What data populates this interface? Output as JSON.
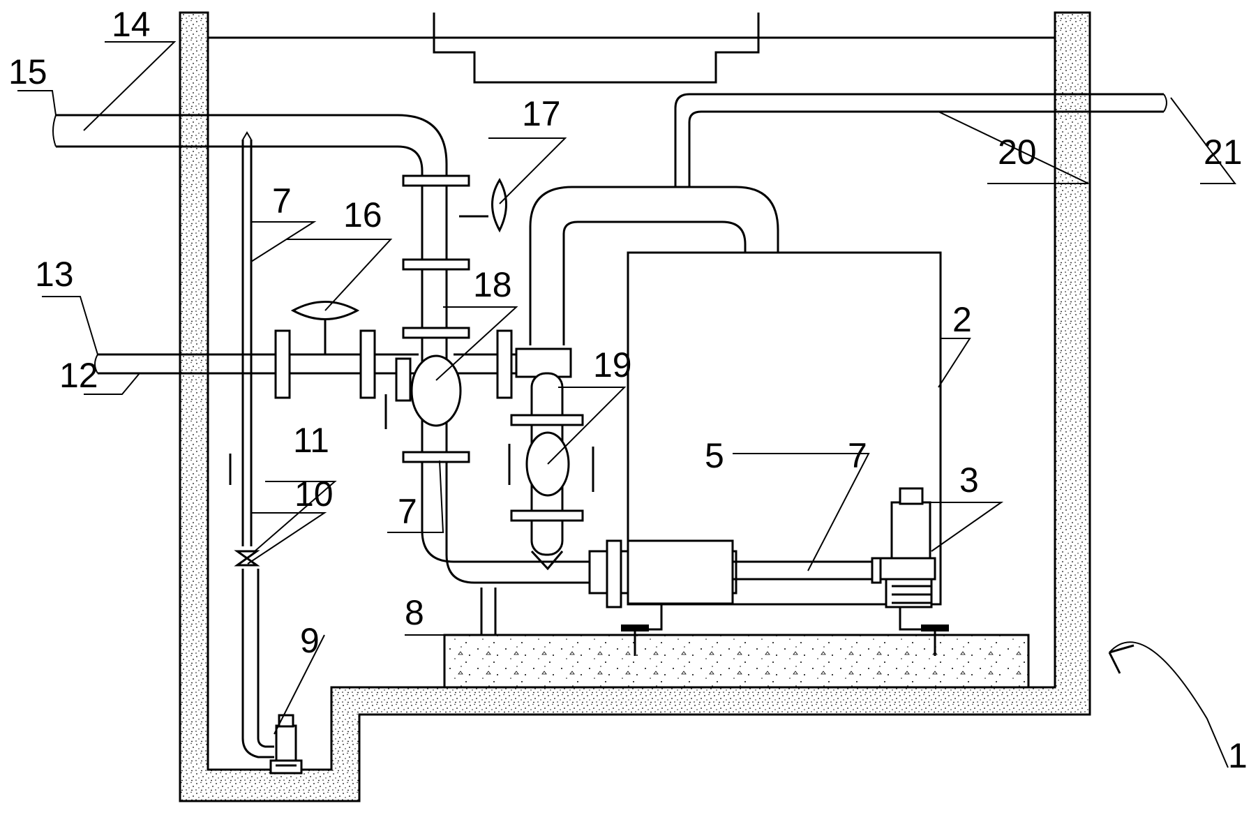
{
  "labels": {
    "n1": "1",
    "n2": "2",
    "n3": "3",
    "n5": "5",
    "n7a": "7",
    "n7b": "7",
    "n7c": "7",
    "n8": "8",
    "n9": "9",
    "n10": "10",
    "n11": "11",
    "n12": "12",
    "n13": "13",
    "n14": "14",
    "n15": "15",
    "n16": "16",
    "n17": "17",
    "n18": "18",
    "n19": "19",
    "n20": "20",
    "n21": "21"
  }
}
